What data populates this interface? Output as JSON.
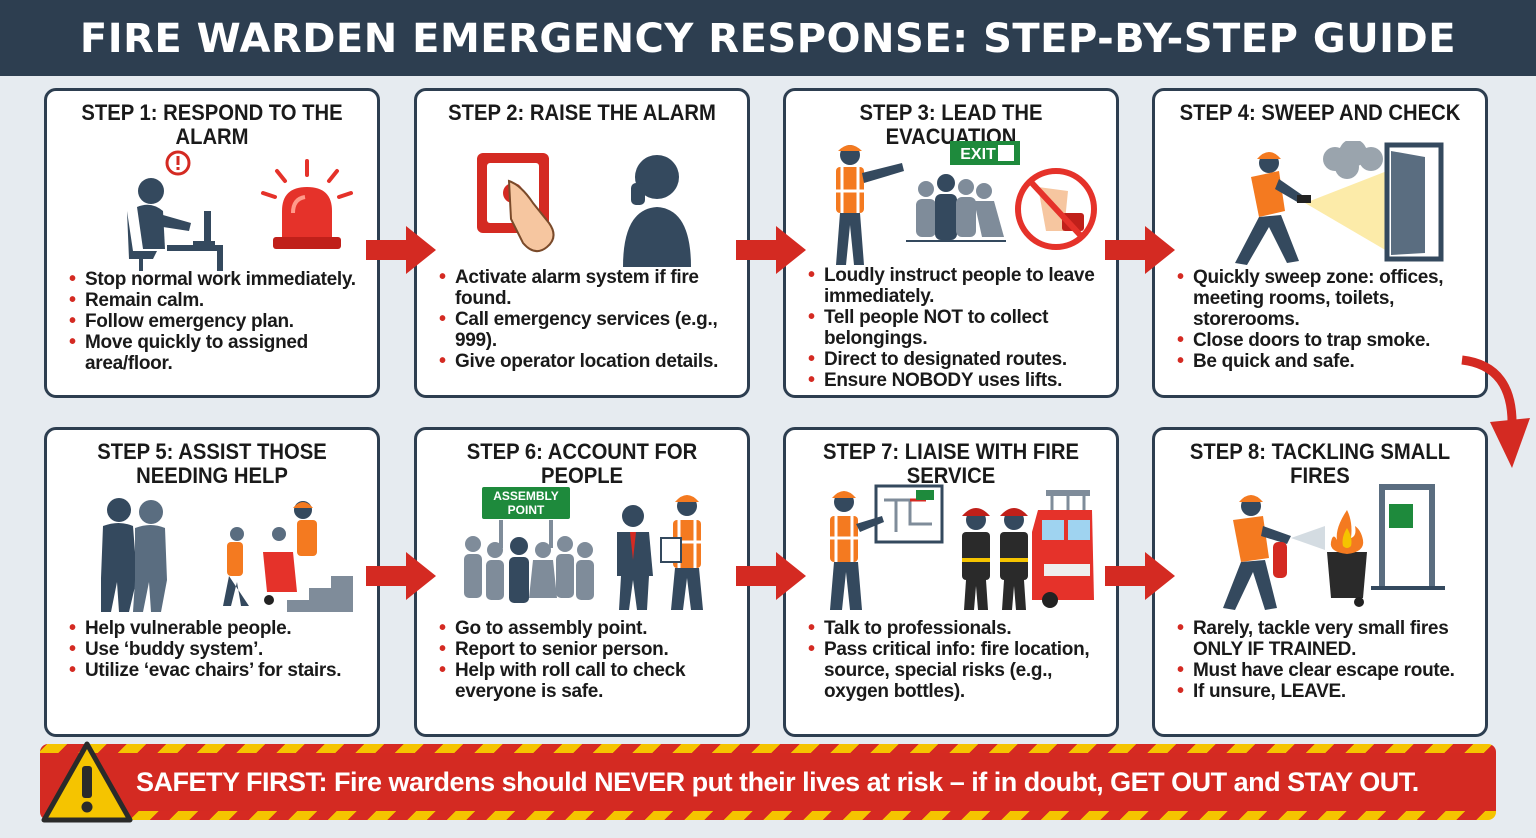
{
  "title": "FIRE WARDEN EMERGENCY RESPONSE: STEP-BY-STEP GUIDE",
  "colors": {
    "header": "#2d3e50",
    "accent_red": "#d42a22",
    "hivis_orange": "#f47a20",
    "hivis_yellow": "#f5c400",
    "exit_green": "#1e8a3c"
  },
  "steps": [
    {
      "title": "STEP 1: RESPOND TO THE ALARM",
      "icons": [
        "person-at-desk-icon",
        "alert-icon",
        "siren-icon"
      ],
      "bullets": [
        "Stop normal work immediately.",
        "Remain calm.",
        "Follow emergency plan.",
        "Move quickly to assigned area/floor."
      ]
    },
    {
      "title": "STEP 2: RAISE THE ALARM",
      "icons": [
        "fire-alarm-call-point-icon",
        "phone-call-icon"
      ],
      "bullets": [
        "Activate alarm system if fire found.",
        "Call emergency services (e.g., 999).",
        "Give operator location details."
      ]
    },
    {
      "title": "STEP 3: LEAD THE EVACUATION",
      "exit_sign": "EXIT",
      "icons": [
        "warden-pointing-icon",
        "crowd-icon",
        "no-belongings-icon"
      ],
      "bullets": [
        "Loudly instruct people to leave immediately.",
        "Tell people NOT to collect belongings.",
        "Direct to designated routes.",
        "Ensure NOBODY uses lifts."
      ]
    },
    {
      "title": "STEP 4: SWEEP AND CHECK",
      "icons": [
        "warden-torch-icon",
        "smoke-icon",
        "door-icon"
      ],
      "bullets": [
        "Quickly sweep zone: offices, meeting rooms, toilets, storerooms.",
        "Close doors to trap smoke.",
        "Be quick and safe."
      ]
    },
    {
      "title": "STEP 5: ASSIST THOSE NEEDING HELP",
      "icons": [
        "assisting-person-icon",
        "evac-chair-icon",
        "stairs-icon"
      ],
      "bullets": [
        "Help vulnerable people.",
        "Use ‘buddy system’.",
        "Utilize ‘evac chairs’ for stairs."
      ]
    },
    {
      "title": "STEP 6: ACCOUNT FOR PEOPLE",
      "assembly_sign": [
        "ASSEMBLY",
        "POINT"
      ],
      "icons": [
        "group-icon",
        "senior-person-icon",
        "warden-clipboard-icon"
      ],
      "bullets": [
        "Go to assembly point.",
        "Report to senior person.",
        "Help with roll call to check everyone is safe."
      ]
    },
    {
      "title": "STEP 7: LIAISE WITH FIRE SERVICE",
      "icons": [
        "warden-map-icon",
        "firefighter-icon",
        "fire-engine-icon"
      ],
      "bullets": [
        "Talk to professionals.",
        "Pass critical info: fire location, source, special risks (e.g., oxygen bottles)."
      ]
    },
    {
      "title": "STEP 8: TACKLING SMALL FIRES",
      "icons": [
        "warden-extinguisher-icon",
        "bin-fire-icon",
        "fire-exit-door-icon"
      ],
      "bullets": [
        "Rarely, tackle very small fires ONLY IF TRAINED.",
        "Must have clear escape route.",
        "If unsure, LEAVE."
      ]
    }
  ],
  "banner": {
    "text": "SAFETY FIRST: Fire wardens should NEVER put their lives at risk – if in doubt, GET OUT and STAY OUT.",
    "icon": "warning-triangle-icon"
  }
}
